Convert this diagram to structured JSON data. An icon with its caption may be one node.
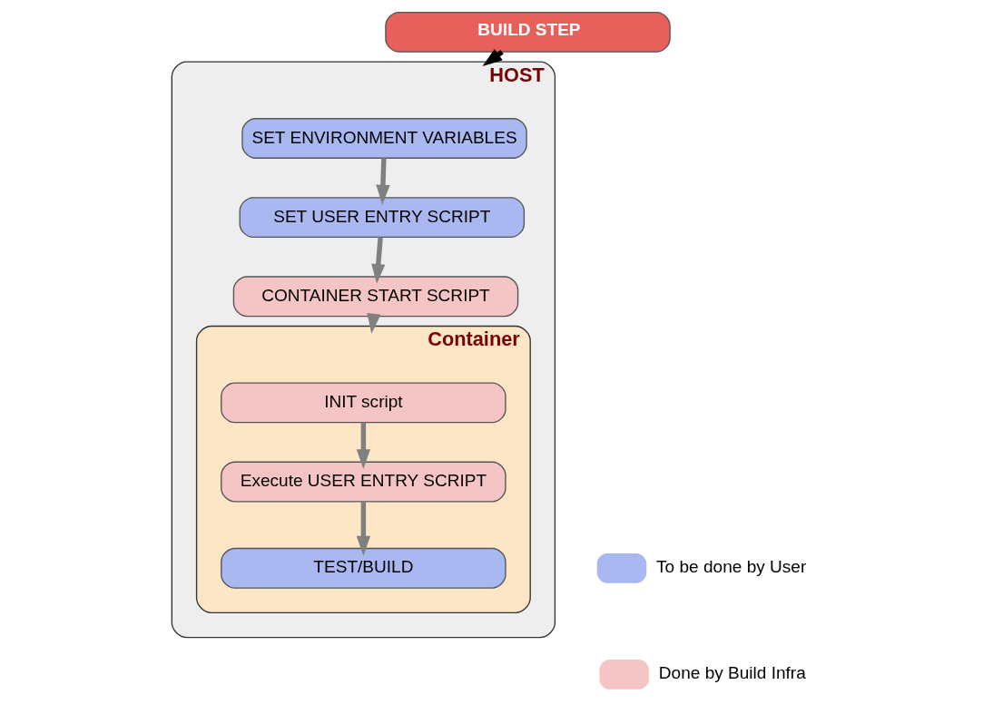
{
  "diagram": {
    "nodes": [
      {
        "text": [
          "BUILD STEP"
        ]
      },
      {
        "text": [
          "HOST"
        ]
      },
      {
        "text": [
          "SET ENVIRONMENT VARIABLES"
        ],
        "in": 1
      },
      {
        "text": [
          "SET USER ENTRY SCRIPT"
        ],
        "in": 1
      },
      {
        "text": [
          "CONTAINER START SCRIPT"
        ],
        "in": 1
      },
      {
        "text": [
          "Container"
        ],
        "in": 1
      },
      {
        "text": [
          "INIT script"
        ],
        "in": 5
      },
      {
        "text": [
          "Execute USER ENTRY SCRIPT"
        ],
        "in": 5
      },
      {
        "text": [
          "TEST/BUILD"
        ],
        "in": 5
      }
    ],
    "edges": [
      {
        "from": 0,
        "to": 1,
        "arrow": "to",
        "color": "#000000"
      },
      {
        "from": 2,
        "to": 3,
        "arrow": "to"
      },
      {
        "from": 3,
        "to": 4,
        "arrow": "to"
      },
      {
        "from": 4,
        "to": 5,
        "arrow": "to"
      },
      {
        "from": 6,
        "to": 7,
        "arrow": "to"
      },
      {
        "from": 7,
        "to": 8,
        "arrow": "to"
      }
    ],
    "legend": [
      {
        "text": "To be done by User",
        "color": "#a9b8f0"
      },
      {
        "text": "Done by Build Infra",
        "color": "#f5c4c4"
      }
    ]
  }
}
